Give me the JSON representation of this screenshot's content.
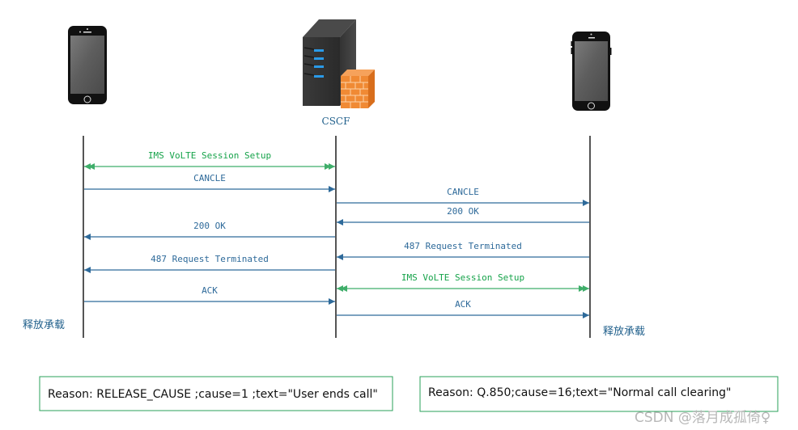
{
  "colors": {
    "request": "#2e6a9a",
    "session": "#3fae6a",
    "session_text": "#16a34a",
    "lifeline": "#555555",
    "note_border": "#2aa05a"
  },
  "nodes": [
    {
      "id": "ue_a",
      "icon": "smartphone-icon",
      "label": ""
    },
    {
      "id": "cscf",
      "icon": "server-firewall-icon",
      "label": "CSCF"
    },
    {
      "id": "ue_b",
      "icon": "smartphone-icon",
      "label": ""
    }
  ],
  "messages": [
    {
      "from": "ue_a",
      "to": "cscf",
      "label": "IMS VoLTE Session Setup",
      "kind": "session"
    },
    {
      "from": "ue_a",
      "to": "cscf",
      "label": "CANCLE",
      "kind": "request"
    },
    {
      "from": "cscf",
      "to": "ue_b",
      "label": "CANCLE",
      "kind": "request"
    },
    {
      "from": "ue_b",
      "to": "cscf",
      "label": "200 OK",
      "kind": "request"
    },
    {
      "from": "cscf",
      "to": "ue_a",
      "label": "200 OK",
      "kind": "request"
    },
    {
      "from": "ue_b",
      "to": "cscf",
      "label": "487 Request Terminated",
      "kind": "request"
    },
    {
      "from": "cscf",
      "to": "ue_a",
      "label": "487 Request Terminated",
      "kind": "request"
    },
    {
      "from": "cscf",
      "to": "ue_b",
      "label": "IMS VoLTE Session Setup",
      "kind": "session"
    },
    {
      "from": "ue_a",
      "to": "cscf",
      "label": "ACK",
      "kind": "request"
    },
    {
      "from": "cscf",
      "to": "ue_b",
      "label": "ACK",
      "kind": "request"
    }
  ],
  "release_labels": {
    "left": "释放承载",
    "right": "释放承载"
  },
  "notes": {
    "left": "Reason: RELEASE_CAUSE ;cause=1 ;text=\"User ends call\"",
    "right": "Reason: Q.850;cause=16;text=\"Normal call clearing\""
  },
  "watermark": "CSDN @落月成孤倚♀"
}
